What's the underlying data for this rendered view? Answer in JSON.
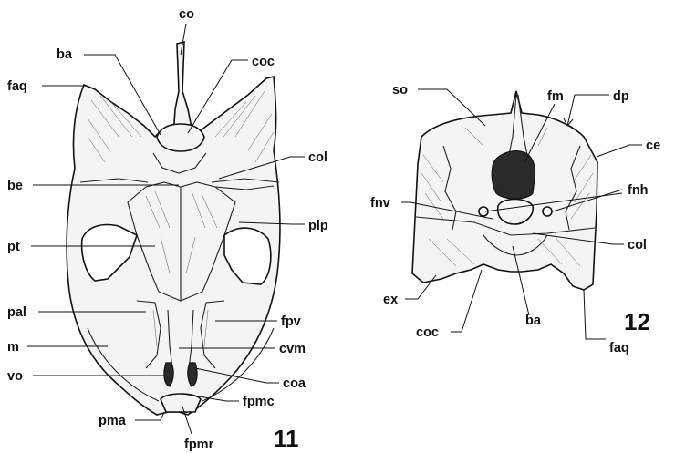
{
  "figure11": {
    "number": "11",
    "labels": {
      "co": "co",
      "ba": "ba",
      "coc": "coc",
      "faq": "faq",
      "col": "col",
      "be": "be",
      "plp": "plp",
      "pt": "pt",
      "pal": "pal",
      "fpv": "fpv",
      "m": "m",
      "cvm": "cvm",
      "vo": "vo",
      "coa": "coa",
      "fpmc": "fpmc",
      "pma": "pma",
      "fpmr": "fpmr"
    }
  },
  "figure12": {
    "number": "12",
    "labels": {
      "so": "so",
      "fm": "fm",
      "dp": "dp",
      "ce": "ce",
      "fnh": "fnh",
      "fnv": "fnv",
      "col": "col",
      "ex": "ex",
      "ba": "ba",
      "coc": "coc",
      "faq": "faq"
    }
  }
}
